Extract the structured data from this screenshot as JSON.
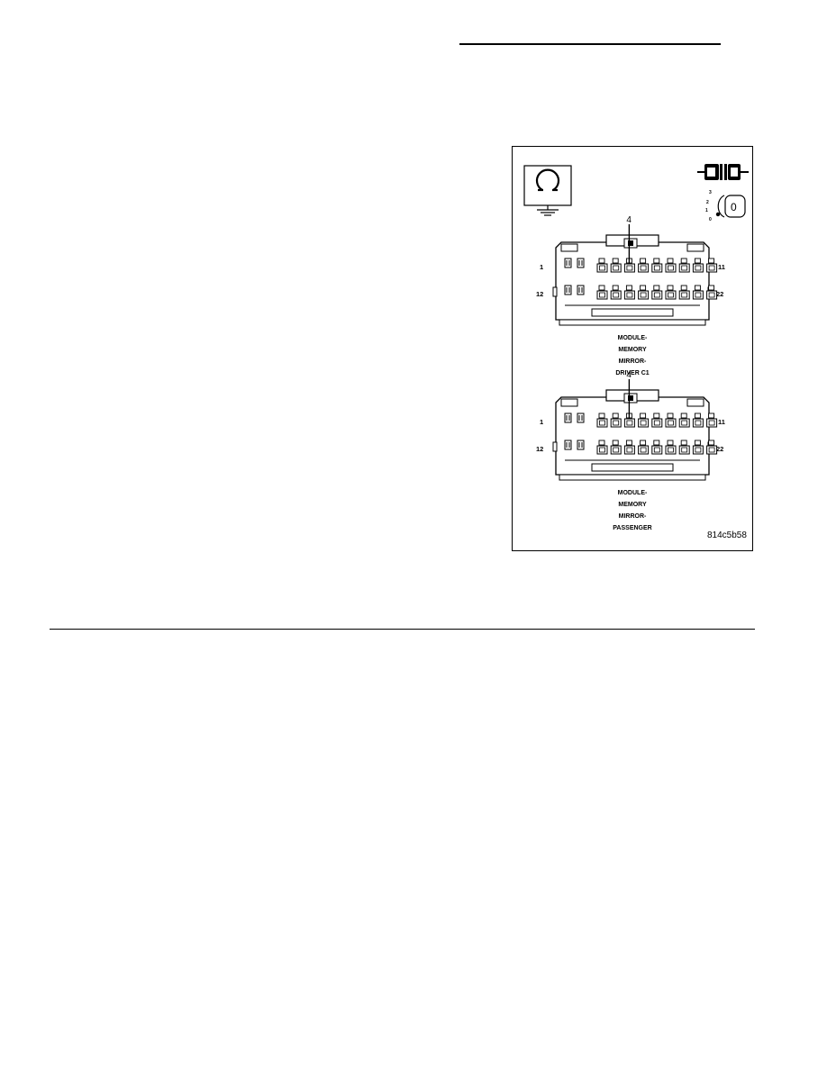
{
  "figure": {
    "figure_id": "814c5b58",
    "icons": {
      "ohmmeter": "ohmmeter-icon",
      "disconnect": "connector-disconnect-icon",
      "ignition": "ignition-key-off-icon"
    },
    "ignition_positions": [
      "3",
      "2",
      "1",
      "0"
    ],
    "ignition_state": "0",
    "connectors": [
      {
        "id": "driver",
        "name_lines": [
          "MODULE-",
          "MEMORY",
          "MIRROR-",
          "DRIVER C1"
        ],
        "callout_pin": "4",
        "pin_labels": {
          "top_left": "1",
          "top_right": "11",
          "bottom_left": "12",
          "bottom_right": "22"
        }
      },
      {
        "id": "passenger",
        "name_lines": [
          "MODULE-",
          "MEMORY",
          "MIRROR-",
          "PASSENGER"
        ],
        "callout_pin": "4",
        "pin_labels": {
          "top_left": "1",
          "top_right": "11",
          "bottom_left": "12",
          "bottom_right": "22"
        }
      }
    ]
  }
}
